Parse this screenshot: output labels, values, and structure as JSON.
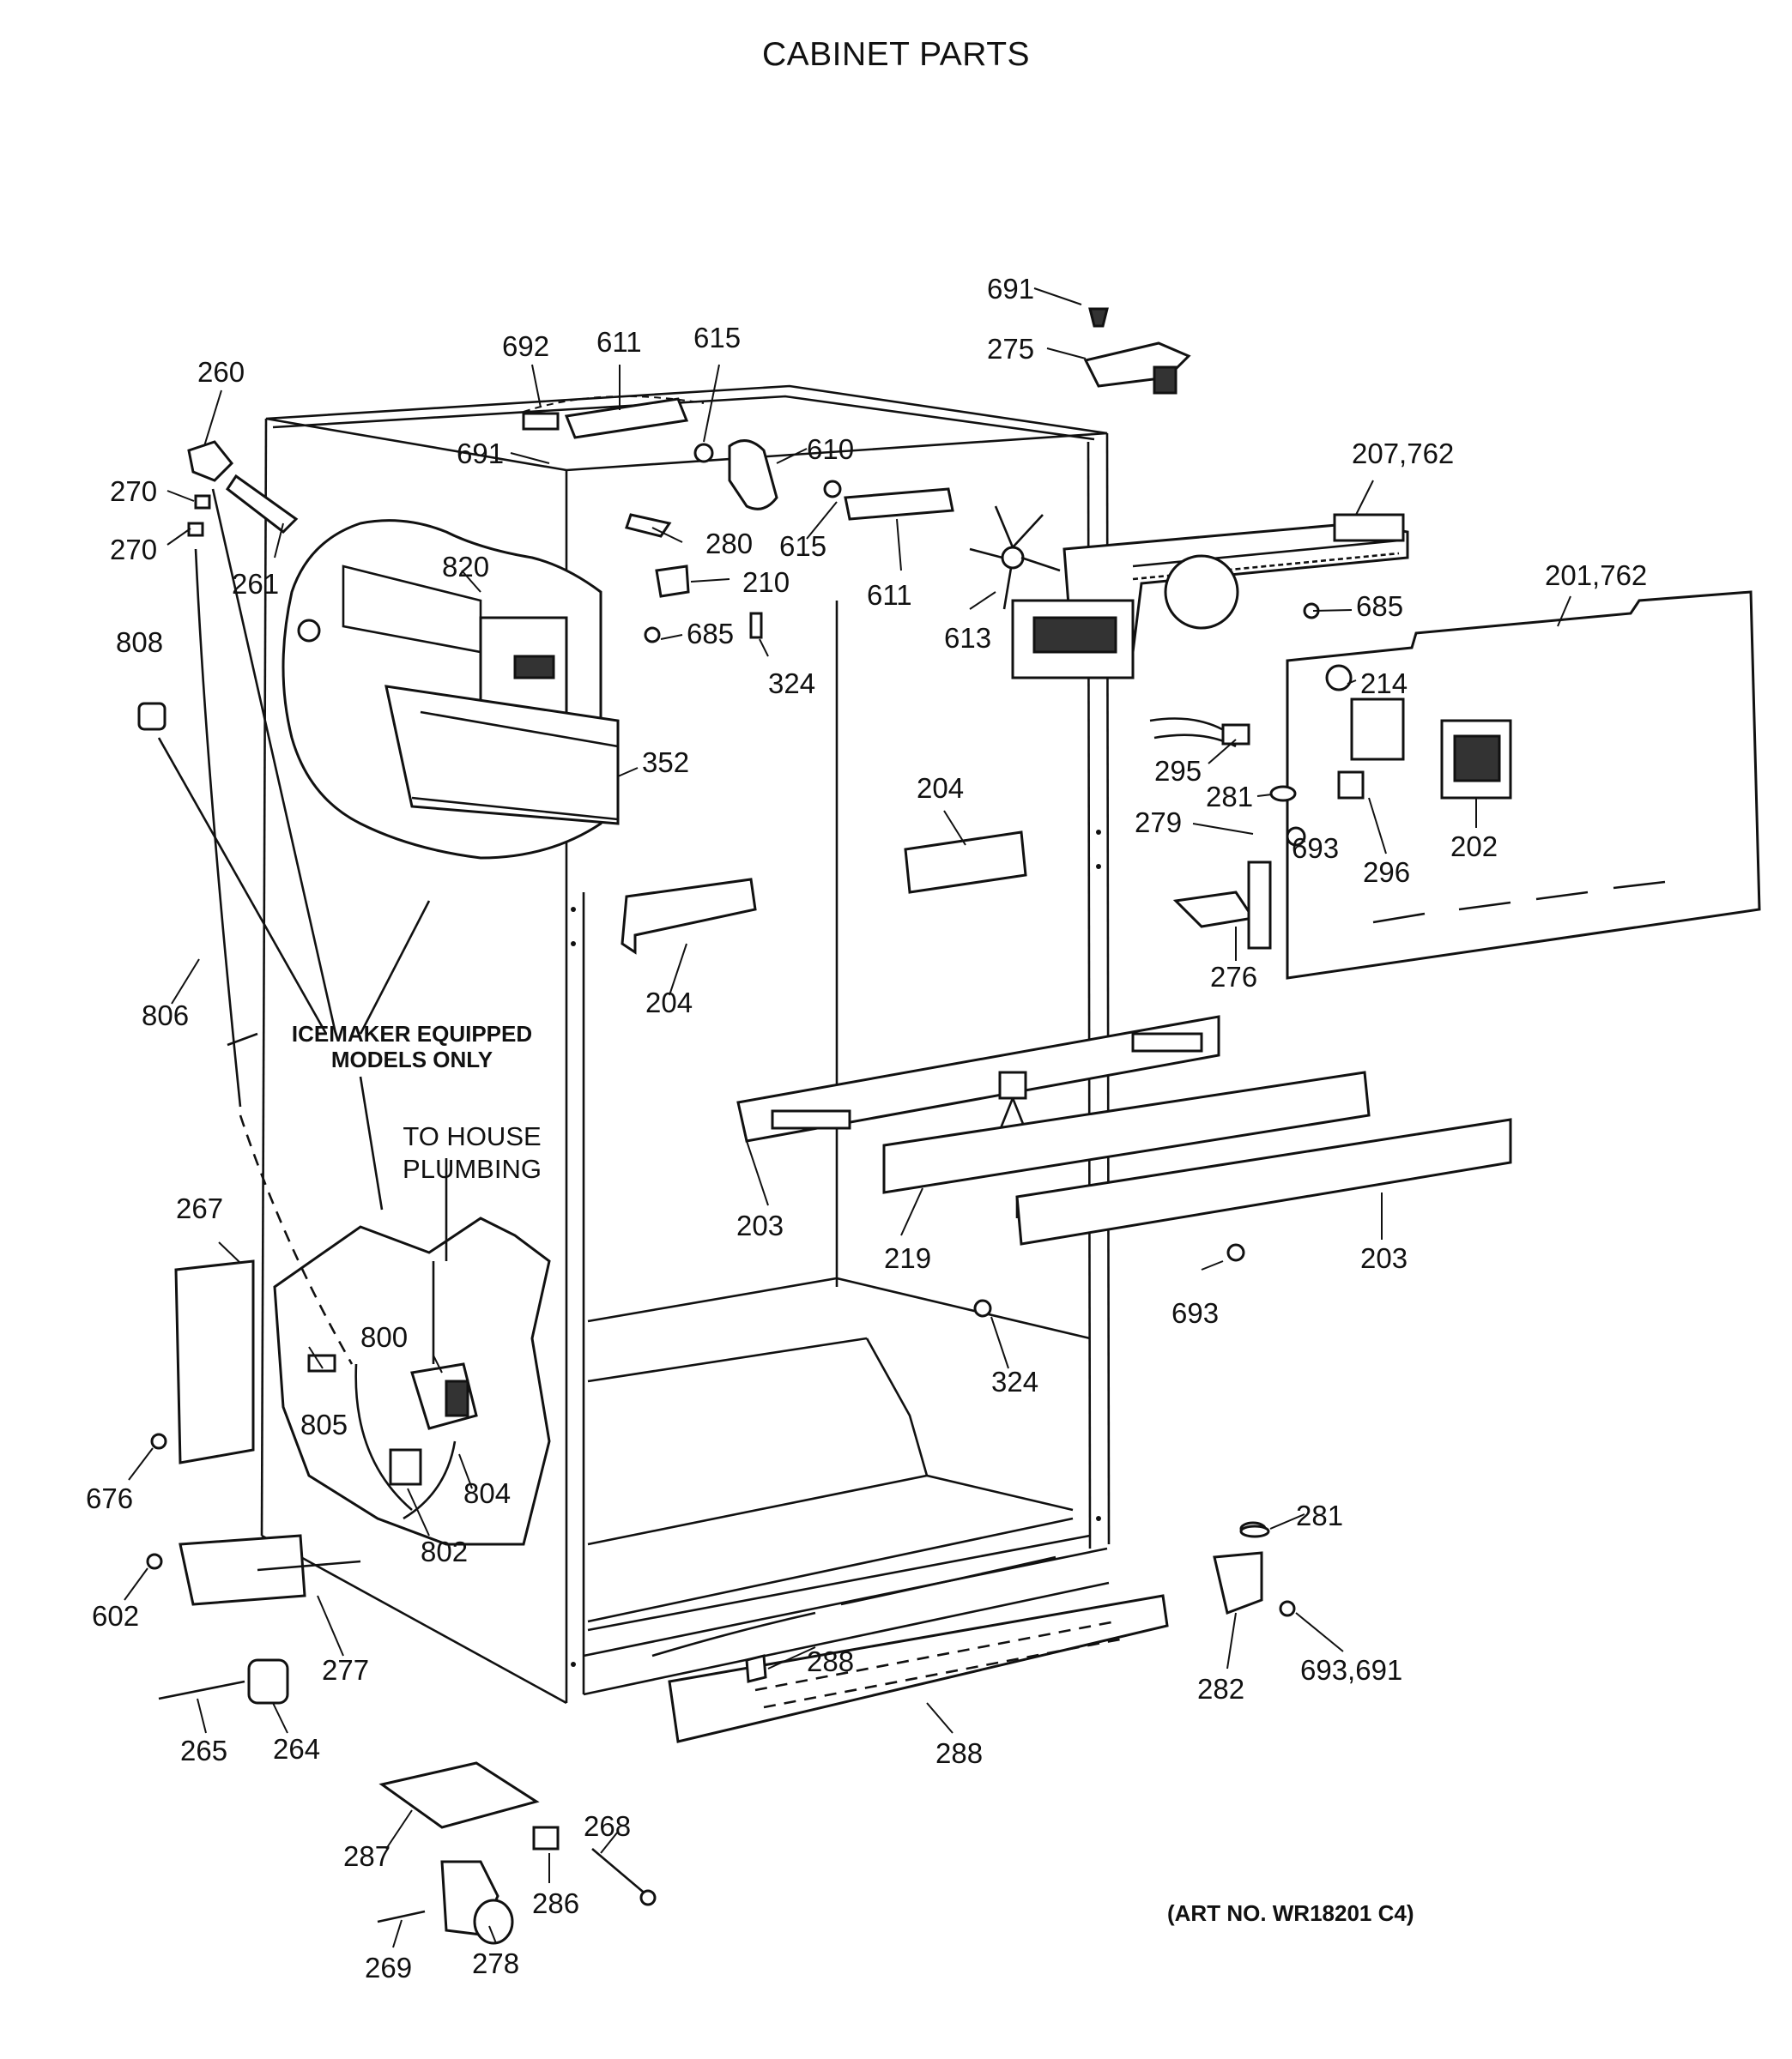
{
  "title": "CABINET PARTS",
  "notes": {
    "icemaker": "ICEMAKER EQUIPPED MODELS ONLY",
    "plumbing": "TO HOUSE PLUMBING",
    "art_no": "(ART NO. WR18201 C4)"
  },
  "labels": {
    "p691a": "691",
    "p275": "275",
    "p692": "692",
    "p611a": "611",
    "p615a": "615",
    "p260": "260",
    "p691b": "691",
    "p610": "610",
    "p207": "207,762",
    "p270a": "270",
    "p270b": "270",
    "p261": "261",
    "p820": "820",
    "p280": "280",
    "p615b": "615",
    "p210": "210",
    "p611b": "611",
    "p613": "613",
    "p685a": "685",
    "p685b": "685",
    "p201": "201,762",
    "p808": "808",
    "p324a": "324",
    "p214": "214",
    "p352": "352",
    "p295": "295",
    "p204a": "204",
    "p281a": "281",
    "p279": "279",
    "p693a": "693",
    "p296": "296",
    "p202": "202",
    "p204b": "204",
    "p276": "276",
    "p806": "806",
    "p203a": "203",
    "p219": "219",
    "p203b": "203",
    "p267": "267",
    "p693b": "693",
    "p800": "800",
    "p324b": "324",
    "p805": "805",
    "p804": "804",
    "p676": "676",
    "p802": "802",
    "p281b": "281",
    "p602": "602",
    "p277": "277",
    "p288a": "288",
    "p282": "282",
    "p693c": "693,691",
    "p265": "265",
    "p264": "264",
    "p288b": "288",
    "p268": "268",
    "p287": "287",
    "p286": "286",
    "p269": "269",
    "p278": "278"
  }
}
